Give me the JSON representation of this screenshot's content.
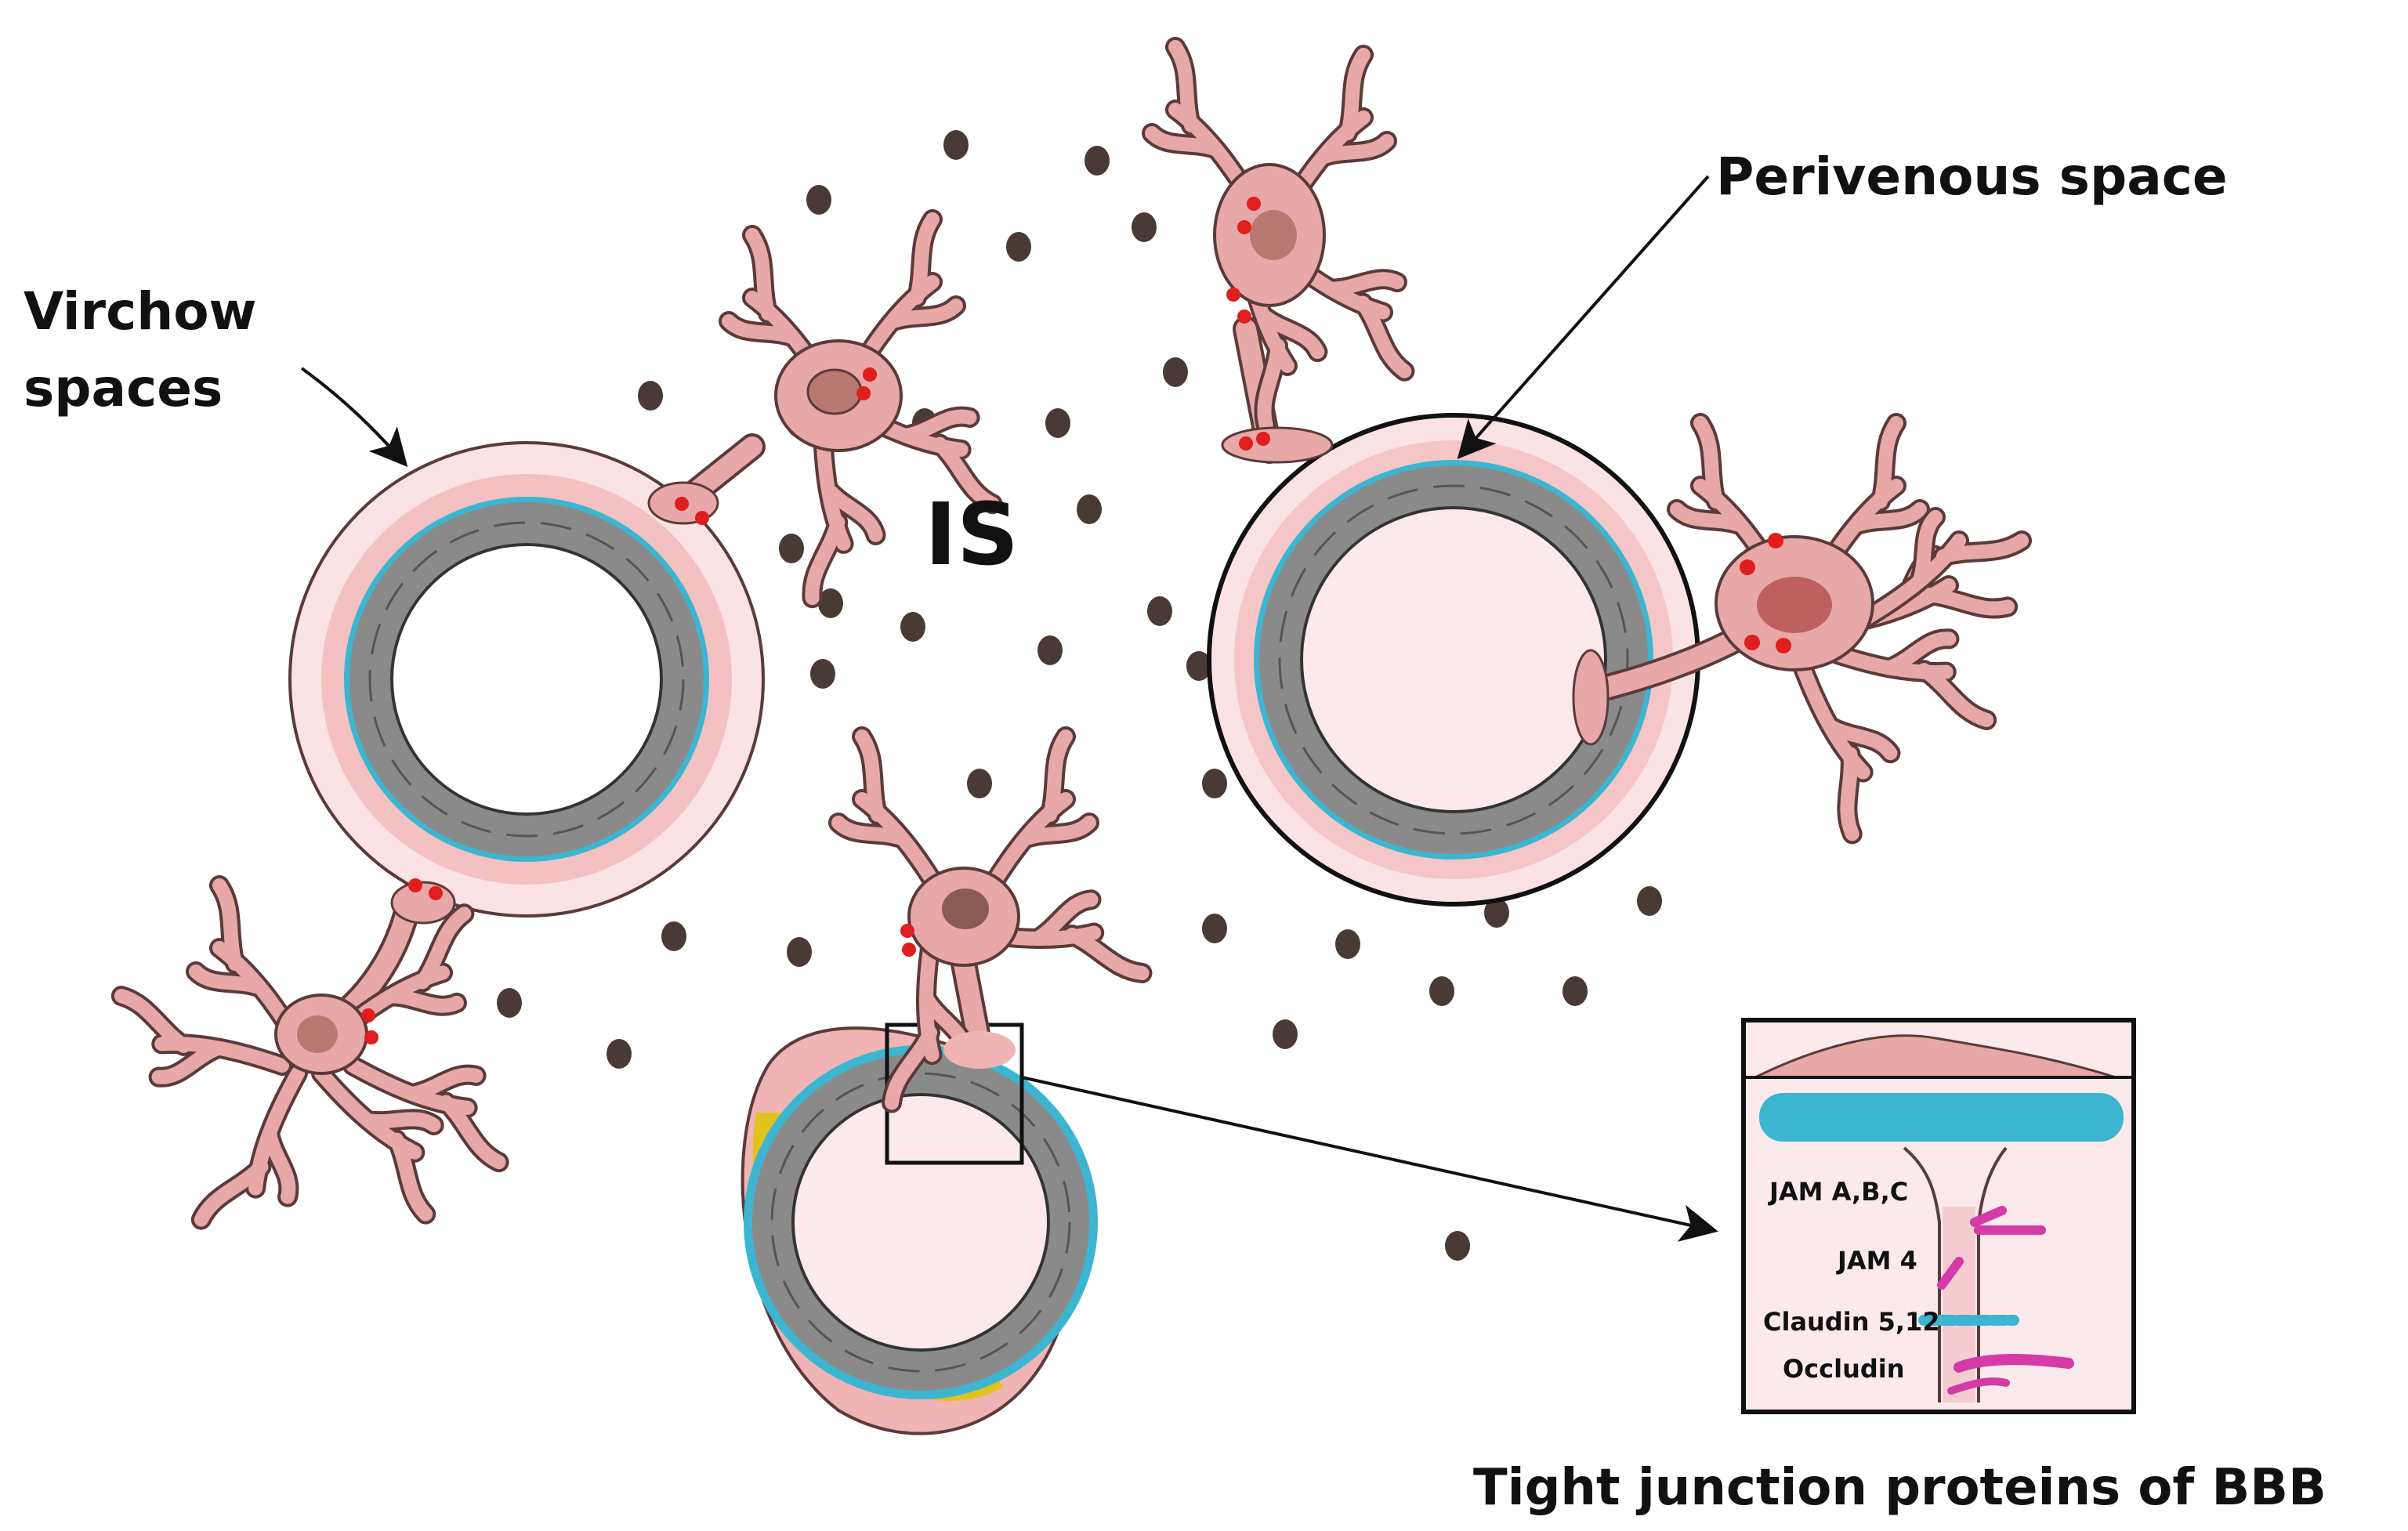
{
  "labels": {
    "virchow_line1": "Virchow",
    "virchow_line2": "spaces",
    "perivenous": "Perivenous space",
    "interstitial": "IS",
    "caption": "Tight junction proteins of BBB"
  },
  "inset": {
    "proteins": [
      {
        "name": "JAM A,B,C",
        "color": "#d63aa6"
      },
      {
        "name": "JAM 4",
        "color": "#d63aa6"
      },
      {
        "name": "Claudin 5,12",
        "color": "#3cb6d0"
      },
      {
        "name": "Occludin",
        "color": "#d63aa6"
      }
    ]
  },
  "colors": {
    "astrocyte": "#e8a8a8",
    "astrocyte_outline": "#5a3a3a",
    "vessel_lumen": "#fce9ec",
    "endothelium": "#8a8a8a",
    "basement_membrane": "#3cb6d0",
    "perivascular_space": "#fbe2e4",
    "pericyte": "#e3c21e",
    "endfoot_marker": "#e01e1e",
    "interstitial_particle": "#4a3a35",
    "ink": "#111111"
  },
  "icons": {
    "pointer": "arrow-icon",
    "cell_body": "astrocyte-icon"
  }
}
